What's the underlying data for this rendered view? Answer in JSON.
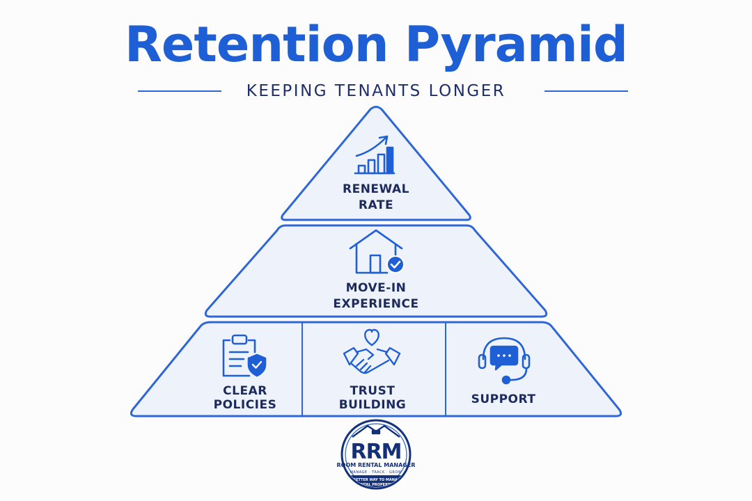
{
  "title": "Retention Pyramid",
  "subtitle": "KEEPING TENANTS LONGER",
  "tiers": {
    "top": {
      "line1": "RENEWAL",
      "line2": "RATE",
      "icon": "bar-chart-up-icon"
    },
    "middle": {
      "line1": "MOVE-IN",
      "line2": "EXPERIENCE",
      "icon": "house-check-icon"
    },
    "base": [
      {
        "line1": "CLEAR",
        "line2": "POLICIES",
        "icon": "clipboard-shield-icon"
      },
      {
        "line1": "TRUST",
        "line2": "BUILDING",
        "icon": "handshake-heart-icon"
      },
      {
        "line1": "SUPPORT",
        "icon": "headset-chat-icon"
      }
    ]
  },
  "logo": {
    "initials": "RRM",
    "name": "ROOM RENTAL MANAGER",
    "tagline": "MANAGE · TRACK · GROW",
    "banner_line1": "A BETTER WAY TO MANAGE",
    "banner_line2": "RENTAL PROPERTIES"
  },
  "colors": {
    "primary": "#1f5fd6",
    "outline": "#2f66d6",
    "fill": "#eef3fb",
    "text_dark": "#1d2a5c",
    "logo_navy": "#14307a"
  }
}
